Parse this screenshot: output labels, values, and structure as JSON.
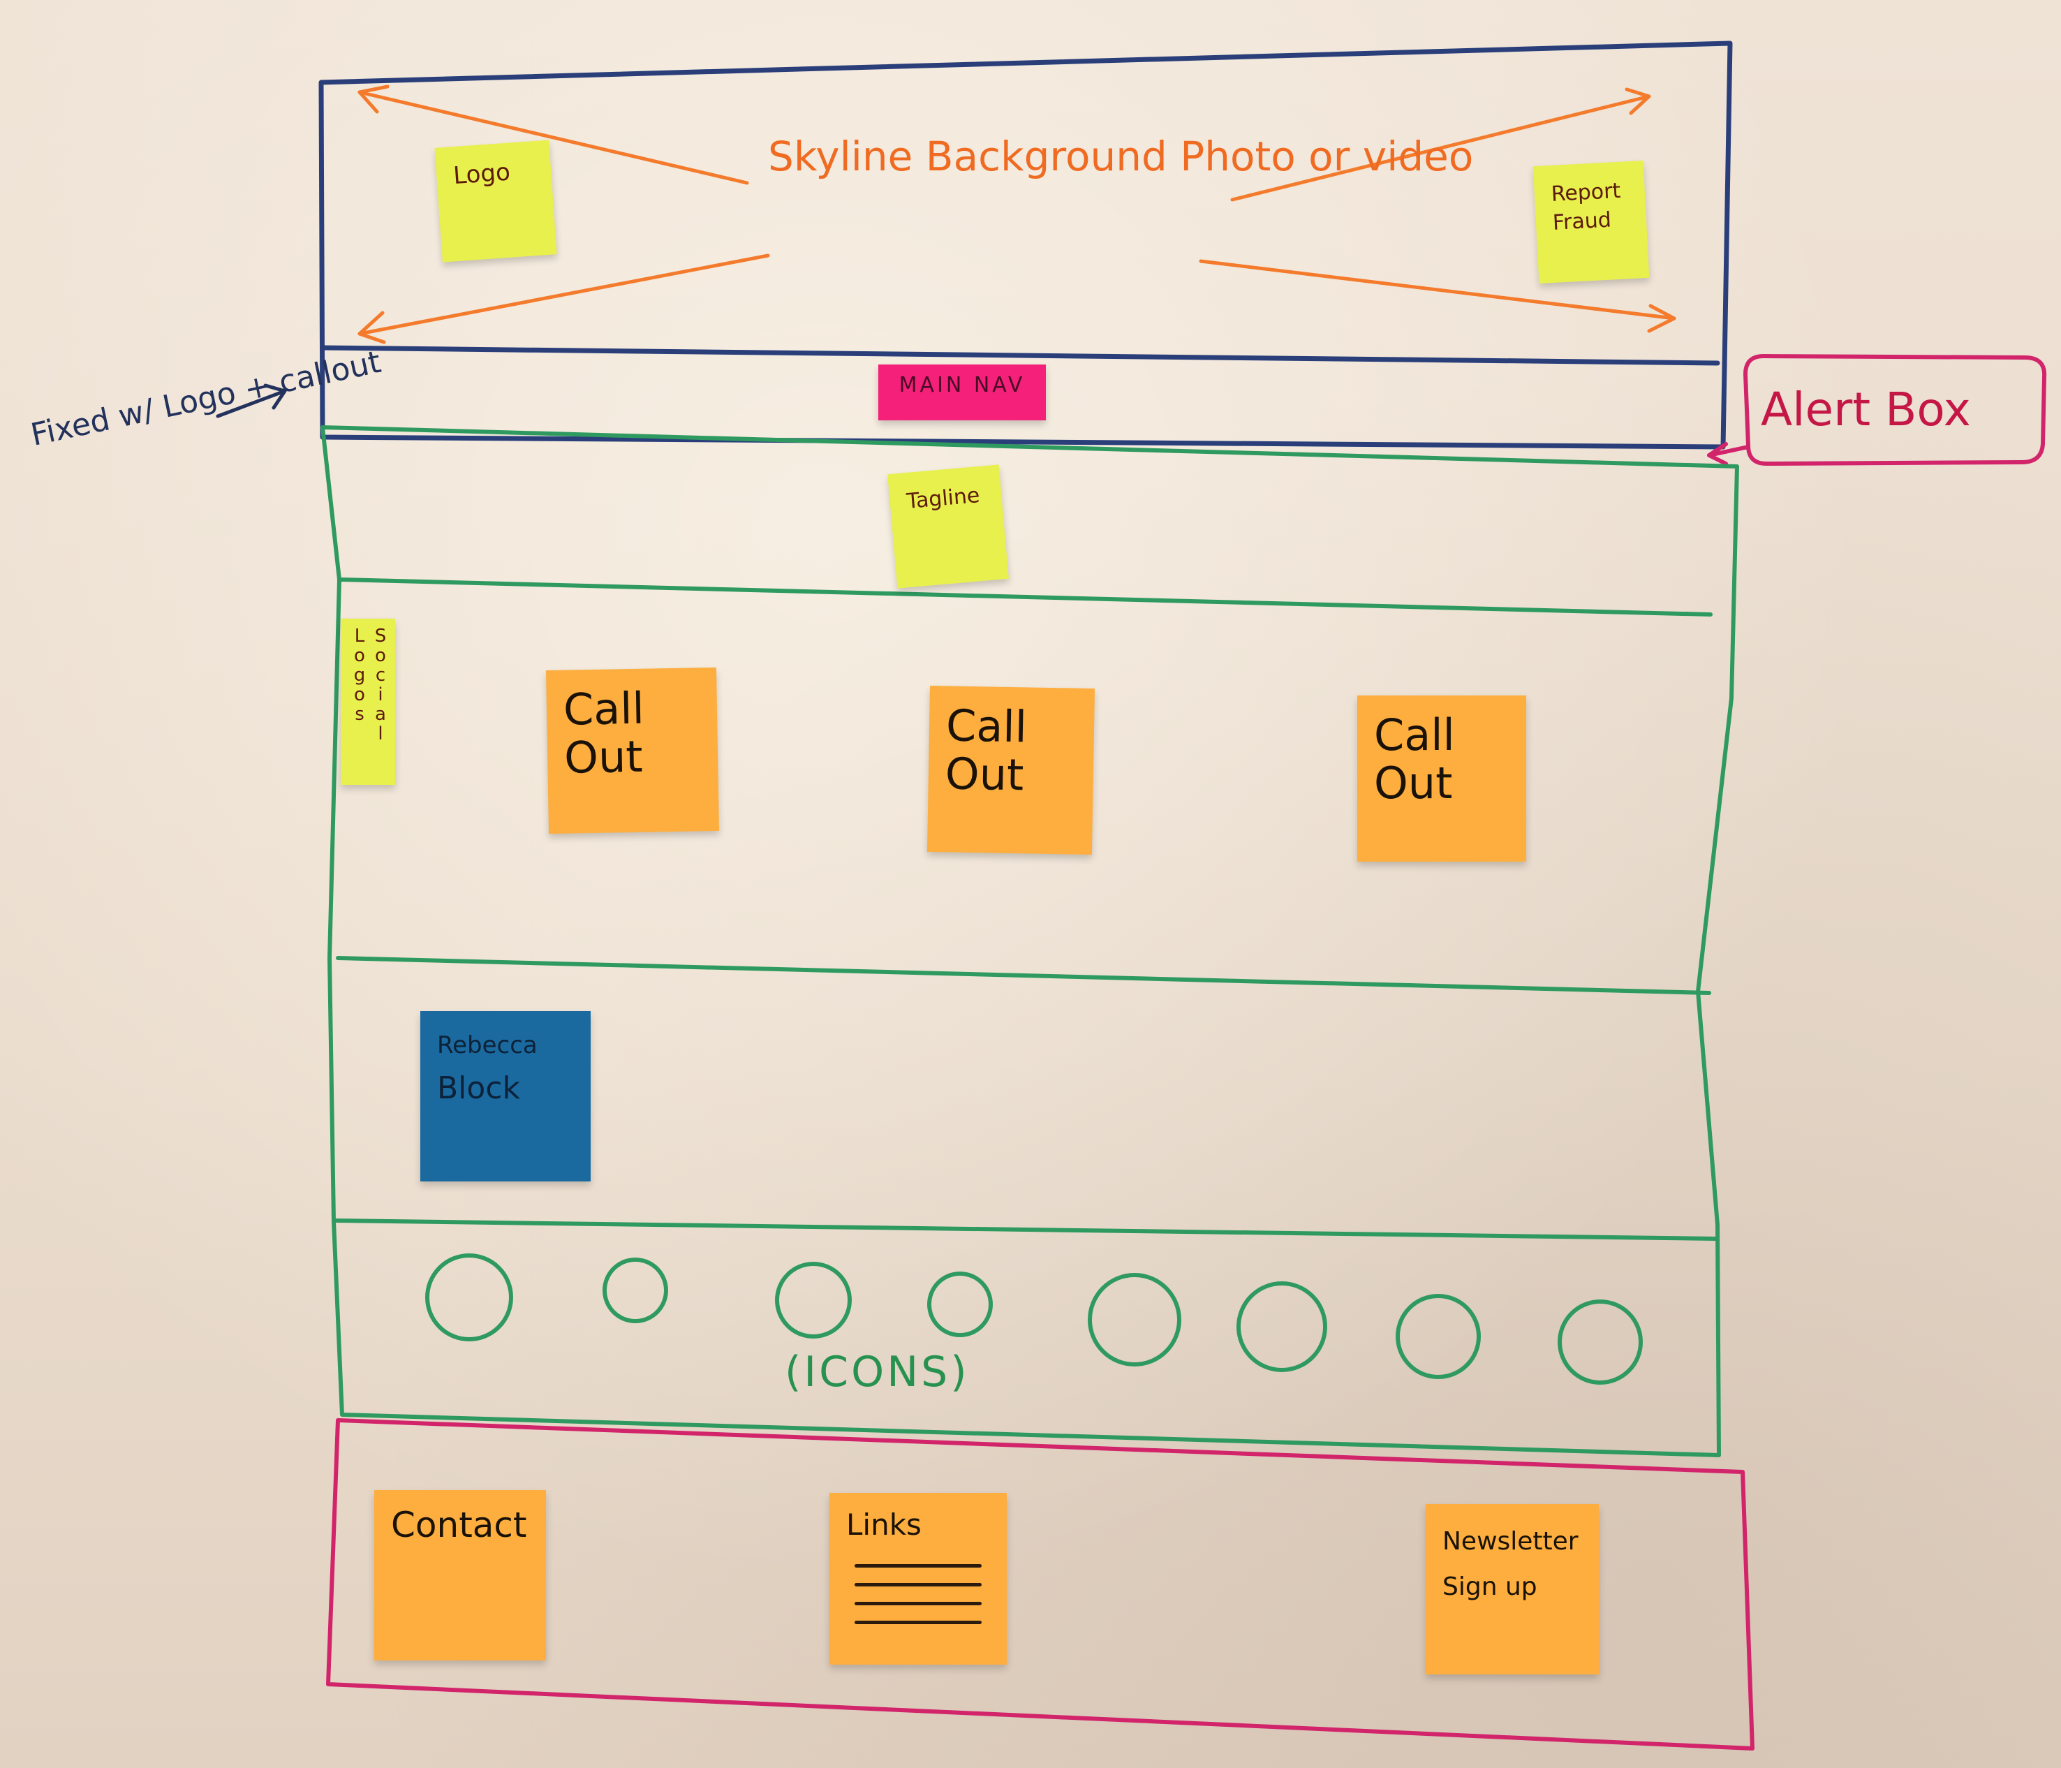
{
  "header": {
    "logo_note": "Logo",
    "background_label": [
      "Skyline",
      "Background Photo",
      "or video"
    ],
    "report_fraud_note": [
      "Report",
      "Fraud"
    ],
    "main_nav_note": "MAIN NAV",
    "fixed_note": [
      "Fixed w/",
      "Logo +",
      "callout"
    ],
    "alert_box_label": "Alert Box"
  },
  "tagline_section": {
    "tagline_note": "Tagline"
  },
  "callout_section": {
    "social_note": "Social Logos",
    "callouts": [
      [
        "Call",
        "Out"
      ],
      [
        "Call",
        "Out"
      ],
      [
        "Call",
        "Out"
      ]
    ]
  },
  "block_section": {
    "block_note": [
      "Rebecca",
      "Block"
    ]
  },
  "icons_section": {
    "icons_label": "(ICONS)",
    "icon_count": 8
  },
  "footer": {
    "contact_note": "Contact",
    "links_note": "Links",
    "newsletter_note": [
      "Newsletter",
      "Sign up"
    ]
  },
  "colors": {
    "header_outline": "#2a3f7a",
    "body_outline": "#2f9a60",
    "footer_outline": "#d2246a",
    "arrow_orange": "#f47a2c",
    "yellow_note": "#e8f04e",
    "orange_note": "#fdae3e",
    "pink_note": "#f4207a",
    "blue_note": "#1a6aa0"
  }
}
